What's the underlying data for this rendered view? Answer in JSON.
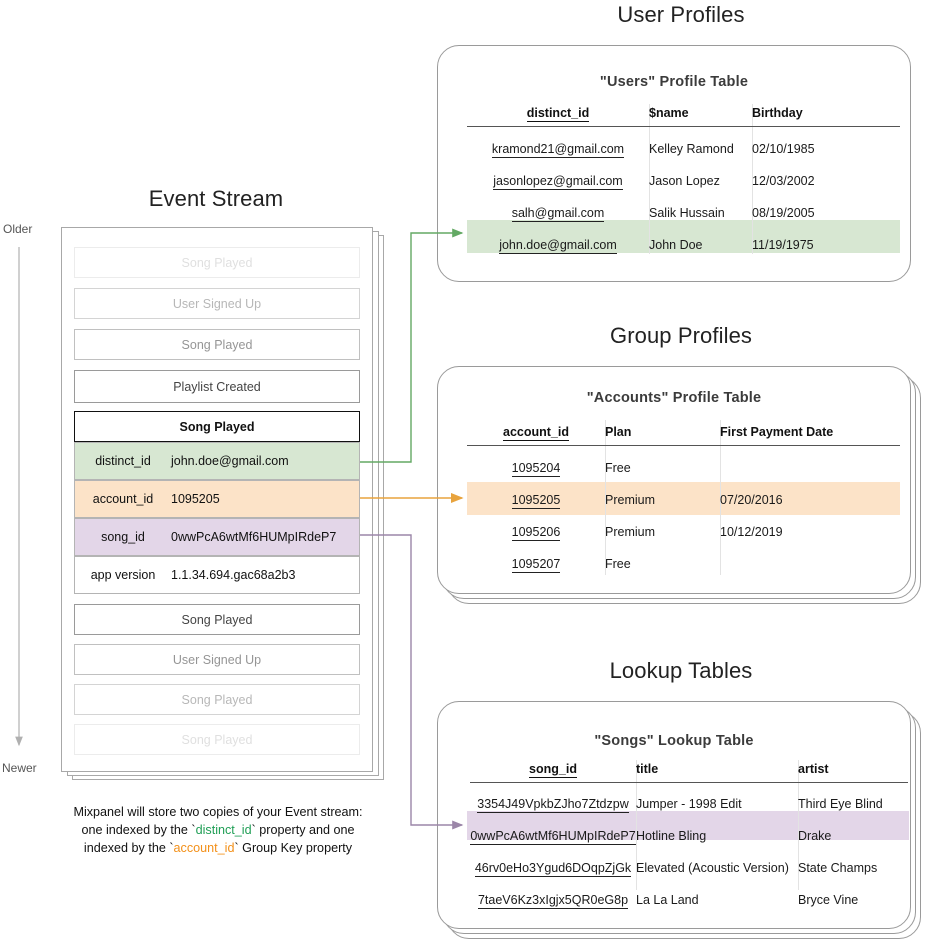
{
  "sections": {
    "event_stream_title": "Event Stream",
    "user_profiles_title": "User Profiles",
    "group_profiles_title": "Group Profiles",
    "lookup_tables_title": "Lookup Tables"
  },
  "axis": {
    "older": "Older",
    "newer": "Newer"
  },
  "event_stream": {
    "events_above": [
      {
        "label": "Song Played",
        "fade": "f1"
      },
      {
        "label": "User Signed Up",
        "fade": "f2"
      },
      {
        "label": "Song Played",
        "fade": "f3"
      },
      {
        "label": "Playlist Created",
        "fade": "f4"
      }
    ],
    "selected_event": {
      "name": "Song Played",
      "properties": [
        {
          "key": "distinct_id",
          "value": "john.doe@gmail.com",
          "color": "#d7e7d2"
        },
        {
          "key": "account_id",
          "value": "1095205",
          "color": "#fce3c8"
        },
        {
          "key": "song_id",
          "value": "0wwPcA6wtMf6HUMpIRdeP7",
          "color": "#e3d6e8"
        },
        {
          "key": "app version",
          "value": "1.1.34.694.gac68a2b3",
          "color": "#ffffff"
        }
      ]
    },
    "events_below": [
      {
        "label": "Song Played",
        "fade": "f4"
      },
      {
        "label": "User Signed Up",
        "fade": "f3"
      },
      {
        "label": "Song Played",
        "fade": "f2"
      },
      {
        "label": "Song Played",
        "fade": "f1"
      }
    ]
  },
  "caption": {
    "line1_a": "Mixpanel will store two copies of your Event stream:",
    "line2_a": "one indexed by the `",
    "line2_token": "distinct_id",
    "line2_b": "` property and one",
    "line3_a": "indexed by the `",
    "line3_token": "account_id",
    "line3_b": "` Group Key property"
  },
  "users_table": {
    "title": "\"Users\" Profile Table",
    "columns": [
      "distinct_id",
      "$name",
      "Birthday"
    ],
    "rows": [
      {
        "distinct_id": "kramond21@gmail.com",
        "name": "Kelley Ramond",
        "birthday": "02/10/1985",
        "highlight": false
      },
      {
        "distinct_id": "jasonlopez@gmail.com",
        "name": "Jason Lopez",
        "birthday": "12/03/2002",
        "highlight": false
      },
      {
        "distinct_id": "salh@gmail.com",
        "name": "Salik Hussain",
        "birthday": "08/19/2005",
        "highlight": false
      },
      {
        "distinct_id": "john.doe@gmail.com",
        "name": "John Doe",
        "birthday": "11/19/1975",
        "highlight": true
      }
    ],
    "highlight_color": "#d7e7d2"
  },
  "accounts_table": {
    "title": "\"Accounts\" Profile Table",
    "columns": [
      "account_id",
      "Plan",
      "First Payment Date"
    ],
    "rows": [
      {
        "account_id": "1095204",
        "plan": "Free",
        "first_payment": "",
        "highlight": false
      },
      {
        "account_id": "1095205",
        "plan": "Premium",
        "first_payment": "07/20/2016",
        "highlight": true
      },
      {
        "account_id": "1095206",
        "plan": "Premium",
        "first_payment": "10/12/2019",
        "highlight": false
      },
      {
        "account_id": "1095207",
        "plan": "Free",
        "first_payment": "",
        "highlight": false
      }
    ],
    "highlight_color": "#fce3c8"
  },
  "songs_table": {
    "title": "\"Songs\" Lookup Table",
    "columns": [
      "song_id",
      "title",
      "artist"
    ],
    "rows": [
      {
        "song_id": "3354J49VpkbZJho7Ztdzpw",
        "title": "Jumper - 1998 Edit",
        "artist": "Third Eye Blind",
        "highlight": false
      },
      {
        "song_id": "0wwPcA6wtMf6HUMpIRdeP7",
        "title": "Hotline Bling",
        "artist": "Drake",
        "highlight": true
      },
      {
        "song_id": "46rv0eHo3Ygud6DOqpZjGk",
        "title": "Elevated (Acoustic Version)",
        "artist": "State Champs",
        "highlight": false
      },
      {
        "song_id": "7taeV6Kz3xIgjx5QR0eG8p",
        "title": "La La Land",
        "artist": "Bryce Vine",
        "highlight": false
      }
    ],
    "highlight_color": "#e3d6e8"
  },
  "colors": {
    "green": "#63a964",
    "orange": "#e8a33d",
    "purple": "#9b86a8",
    "green_fill": "#d7e7d2",
    "orange_fill": "#fce3c8",
    "purple_fill": "#e3d6e8",
    "token_green": "#1f9e55",
    "token_orange": "#f39019"
  }
}
